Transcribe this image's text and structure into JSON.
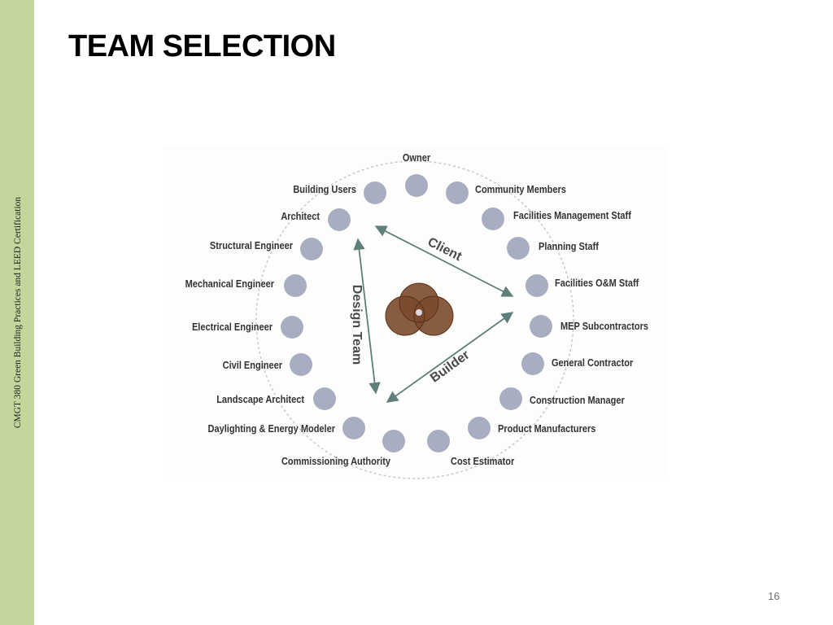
{
  "slide": {
    "title": "TEAM SELECTION",
    "sidebar_text": "CMGT 380 Green Building Practices and LEED Certification",
    "page_number": "16"
  },
  "diagram": {
    "roles_top": [
      "Owner"
    ],
    "roles_right": [
      "Community Members",
      "Facilities Management Staff",
      "Planning Staff",
      "Facilities O&M Staff",
      "MEP Subcontractors",
      "General Contractor",
      "Construction Manager",
      "Product Manufacturers"
    ],
    "roles_bottom": [
      "Cost Estimator",
      "Commissioning Authority"
    ],
    "roles_left": [
      "Daylighting & Energy Modeler",
      "Landscape Architect",
      "Civil Engineer",
      "Electrical Engineer",
      "Mechanical Engineer",
      "Structural Engineer",
      "Architect",
      "Building Users"
    ],
    "triangle_labels": {
      "client": "Client",
      "design_team": "Design Team",
      "builder": "Builder"
    },
    "colors": {
      "sidebar": "#c3d69b",
      "node": "#a9adc2",
      "venn": "#7b4a2c",
      "arrow": "#5f7f7a"
    }
  }
}
